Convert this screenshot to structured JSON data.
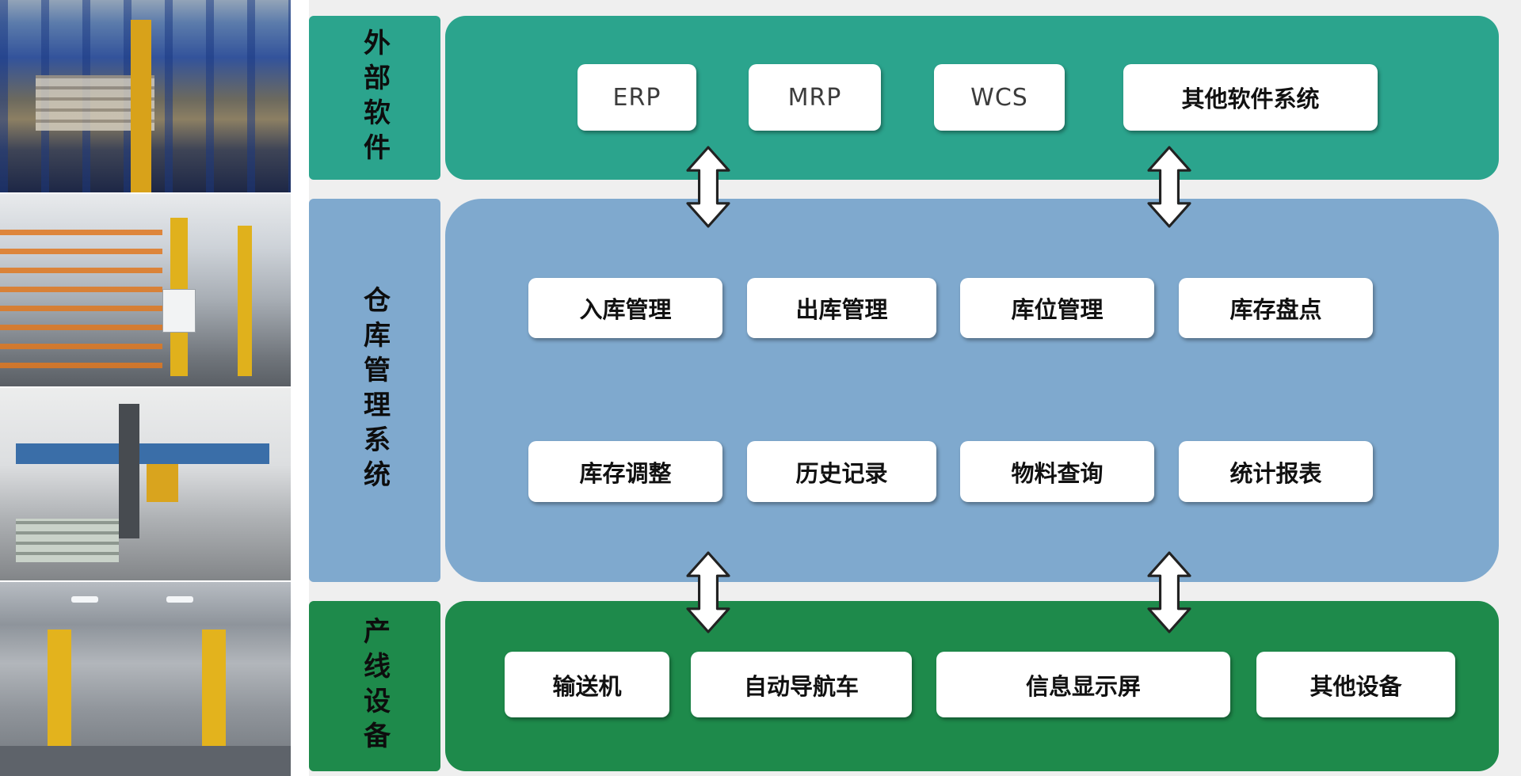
{
  "diagram": {
    "external": {
      "label": "外部软件",
      "color": "#2ba48d",
      "boxes": [
        "ERP",
        "MRP",
        "WCS",
        "其他软件系统"
      ]
    },
    "wms": {
      "label": "仓库管理系统",
      "color": "#7fa9ce",
      "row1": [
        "入库管理",
        "出库管理",
        "库位管理",
        "库存盘点"
      ],
      "row2": [
        "库存调整",
        "历史记录",
        "物料查询",
        "统计报表"
      ]
    },
    "equipment": {
      "label": "产线设备",
      "color": "#1e8a4b",
      "boxes": [
        "输送机",
        "自动导航车",
        "信息显示屏",
        "其他设备"
      ]
    },
    "box_background": "#ffffff",
    "panel_background": "#efefef"
  }
}
